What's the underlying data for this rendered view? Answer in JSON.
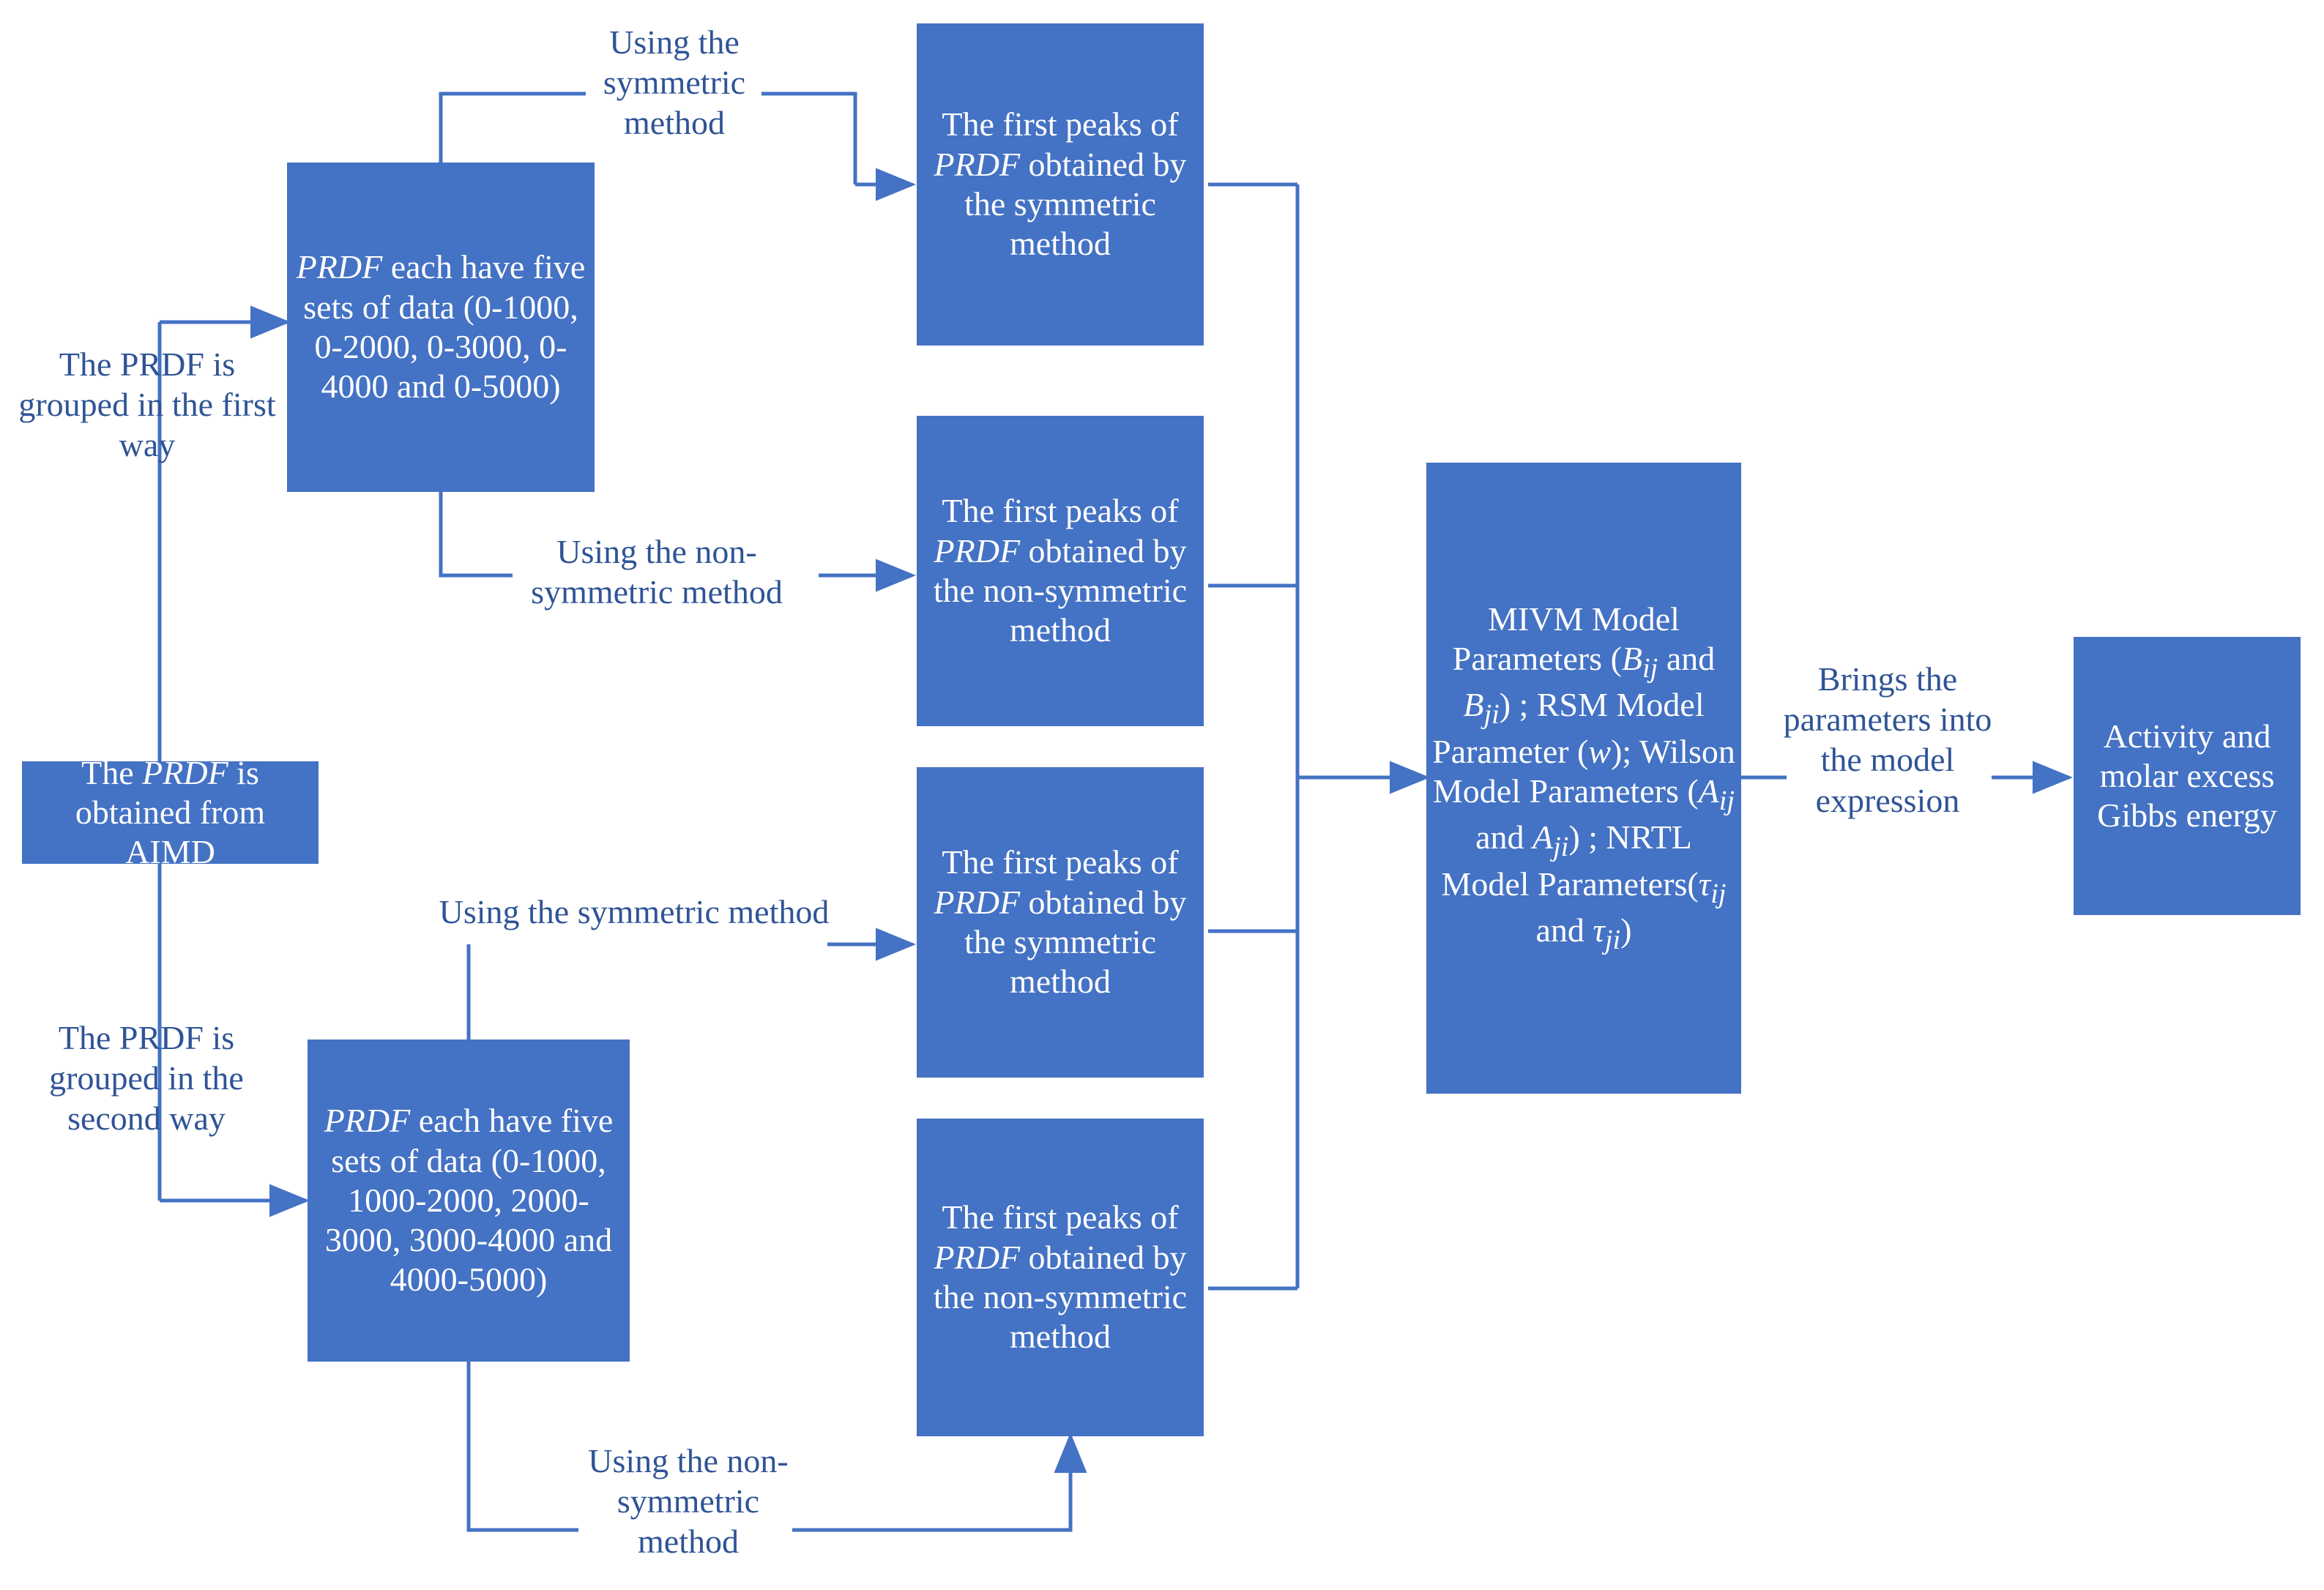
{
  "theme": {
    "box_fill": "#4472C4",
    "box_text": "#FFFFFF",
    "label_text": "#2F5496",
    "connector": "#4472C4",
    "background": "#FFFFFF"
  },
  "nodes": {
    "prdf_source": "The PRDF is obtained from AIMD",
    "prdf_group_first": "PRDF each have five sets of data (0-1000, 0-2000, 0-3000, 0-4000 and 0-5000)",
    "prdf_group_second": "PRDF each have five sets of data (0-1000, 1000-2000, 2000-3000, 3000-4000 and 4000-5000)",
    "peaks_sym_1": "The first peaks of PRDF obtained by the symmetric method",
    "peaks_nonsym_1": "The first peaks of PRDF obtained by the non-symmetric method",
    "peaks_sym_2": "The first peaks of PRDF obtained by the symmetric method",
    "peaks_nonsym_2": "The first peaks of PRDF obtained by the non-symmetric method",
    "model_parameters": "MIVM Model Parameters (Bij and Bji) ; RSM Model Parameter (w); Wilson Model Parameters (Aij and Aji) ; NRTL Model Parameters(τij and τji)",
    "result": "Activity and molar excess Gibbs energy"
  },
  "edge_labels": {
    "group_first_way": "The PRDF is grouped in the first way",
    "group_second_way": "The PRDF is grouped in the second way",
    "using_symmetric_top": "Using the symmetric method",
    "using_nonsymmetric_top": "Using the non-symmetric method",
    "using_symmetric_bottom": "Using the symmetric method",
    "using_nonsymmetric_bottom": "Using the non-symmetric method",
    "brings_parameters": "Brings the parameters into the model expression"
  }
}
